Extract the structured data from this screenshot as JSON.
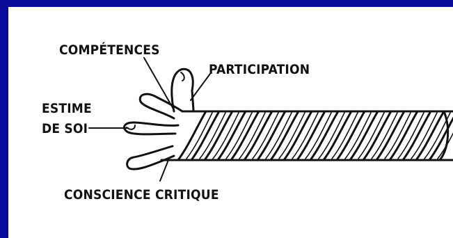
{
  "diagram": {
    "labels": {
      "competences": "COMPÉTENCES",
      "participation": "PARTICIPATION",
      "estime_line1": "ESTIME",
      "estime_line2": "DE SOI",
      "conscience": "CONSCIENCE CRITIQUE"
    },
    "colors": {
      "border": "#0a0a9a",
      "background": "#ffffff",
      "ink": "#111111"
    }
  }
}
